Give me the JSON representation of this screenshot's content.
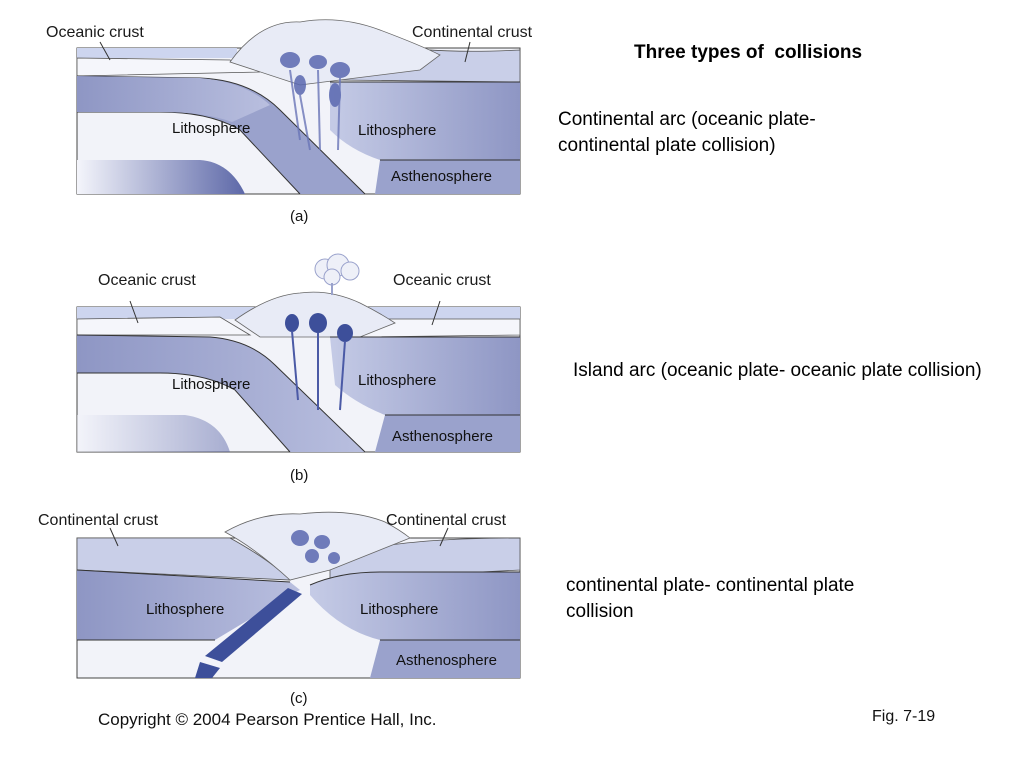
{
  "title": "Three types of  collisions",
  "colors": {
    "crust": "#eef0f8",
    "lithosphere": "#8e96c4",
    "lithosphere_light": "#cfd4ea",
    "asthenosphere": "#eef0f8",
    "magma": "#3d4f9a",
    "ocean": "#c9d2ee"
  },
  "diagrams": [
    {
      "caption": "(a)",
      "left_crust": "Oceanic crust",
      "right_crust": "Continental crust",
      "left_lithosphere": "Lithosphere",
      "right_lithosphere": "Lithosphere",
      "asthenosphere": "Asthenosphere",
      "description": "Continental arc (oceanic plate-continental plate collision)"
    },
    {
      "caption": "(b)",
      "left_crust": "Oceanic crust",
      "right_crust": "Oceanic crust",
      "left_lithosphere": "Lithosphere",
      "right_lithosphere": "Lithosphere",
      "asthenosphere": "Asthenosphere",
      "description": "Island arc (oceanic plate- oceanic plate collision)"
    },
    {
      "caption": "(c)",
      "left_crust": "Continental crust",
      "right_crust": "Continental crust",
      "left_lithosphere": "Lithosphere",
      "right_lithosphere": "Lithosphere",
      "asthenosphere": "Asthenosphere",
      "description": "continental plate- continental plate collision"
    }
  ],
  "copyright": "Copyright © 2004 Pearson Prentice Hall, Inc.",
  "figure_label": "Fig. 7-19"
}
